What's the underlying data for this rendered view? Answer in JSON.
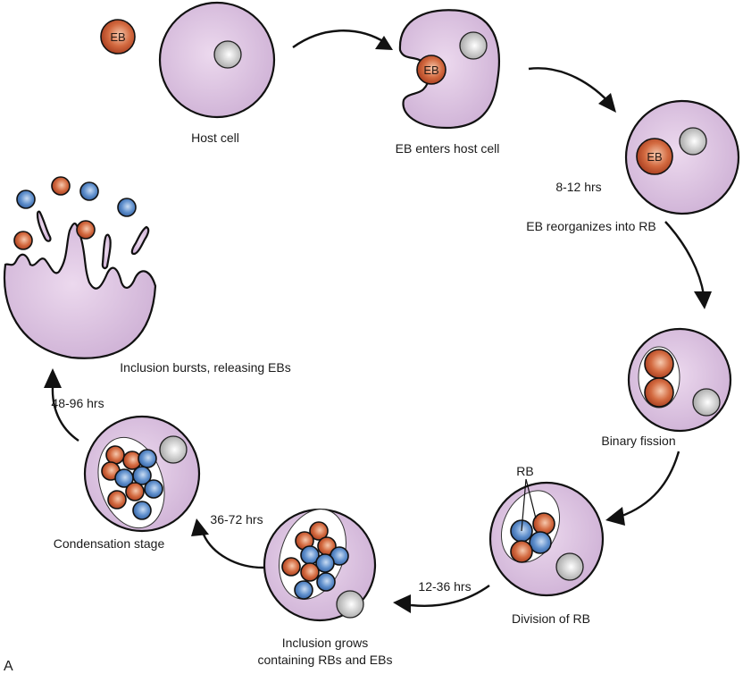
{
  "figure": {
    "panel_label": "A",
    "colors": {
      "host_cell": "#d9bfdd",
      "host_cell_outline": "#111111",
      "nucleus": "#d6d6d6",
      "elementary_body": "#c85a34",
      "reticulate_body": "#5a86c4",
      "inclusion": "#ffffff"
    }
  },
  "bodies": {
    "eb_label": "EB",
    "rb_label": "RB"
  },
  "stages": [
    {
      "id": "host-cell",
      "label": "Host cell"
    },
    {
      "id": "eb-enters",
      "label": "EB enters host cell"
    },
    {
      "id": "eb-reorganizes",
      "label": "EB reorganizes into RB",
      "time": "8-12 hrs"
    },
    {
      "id": "binary-fission",
      "label": "Binary fission"
    },
    {
      "id": "division-of-rb",
      "label": "Division of RB"
    },
    {
      "id": "inclusion-grows",
      "label_line1": "Inclusion grows",
      "label_line2": "containing RBs and EBs",
      "time": "12-36 hrs"
    },
    {
      "id": "condensation",
      "label": "Condensation stage",
      "time": "36-72 hrs"
    },
    {
      "id": "inclusion-bursts",
      "label": "Inclusion bursts, releasing EBs",
      "time": "48-96 hrs"
    }
  ]
}
